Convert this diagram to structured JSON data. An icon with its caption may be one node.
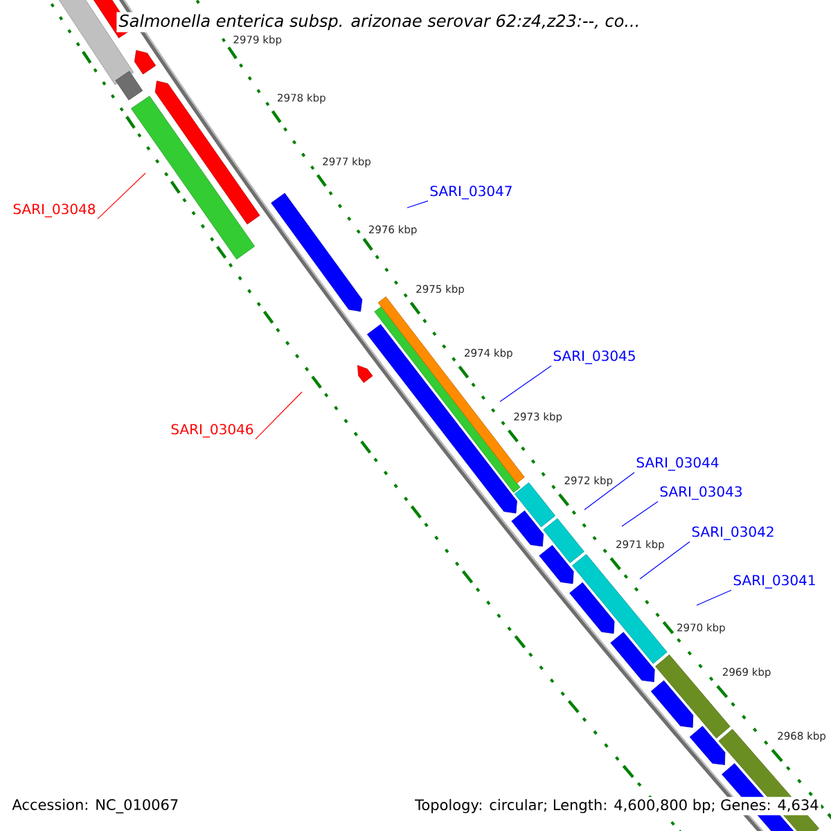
{
  "diagram": {
    "title": "Salmonella enterica subsp. arizonae serovar 62:z4,z23:--, co...",
    "nodes": [
      {
        "text": [
          "SARI_03048"
        ]
      },
      {
        "text": [
          "SARI_03047"
        ]
      },
      {
        "text": [
          "SARI_03046"
        ]
      },
      {
        "text": [
          "SARI_03045"
        ]
      },
      {
        "text": [
          "SARI_03044"
        ]
      },
      {
        "text": [
          "SARI_03043"
        ]
      },
      {
        "text": [
          "SARI_03042"
        ]
      },
      {
        "text": [
          "SARI_03041"
        ]
      }
    ],
    "edges": [
      {
        "from": 0,
        "to": null,
        "arrow": "none",
        "color": "#ff0000"
      },
      {
        "from": 1,
        "to": null,
        "arrow": "none"
      },
      {
        "from": 2,
        "to": null,
        "arrow": "none",
        "color": "#ff0000"
      },
      {
        "from": 3,
        "to": null,
        "arrow": "none"
      },
      {
        "from": 4,
        "to": null,
        "arrow": "none"
      },
      {
        "from": 5,
        "to": null,
        "arrow": "none"
      },
      {
        "from": 6,
        "to": null,
        "arrow": "none"
      },
      {
        "from": 7,
        "to": null,
        "arrow": "none"
      }
    ],
    "labels": [
      "2979 kbp",
      "2978 kbp",
      "2977 kbp",
      "2976 kbp",
      "2975 kbp",
      "2974 kbp",
      "2973 kbp",
      "2972 kbp",
      "2971 kbp",
      "2970 kbp",
      "2969 kbp",
      "2968 kbp",
      "Accession: NC_010067",
      "Topology: circular; Length: 4,600,800 bp; Genes: 4,634"
    ]
  }
}
